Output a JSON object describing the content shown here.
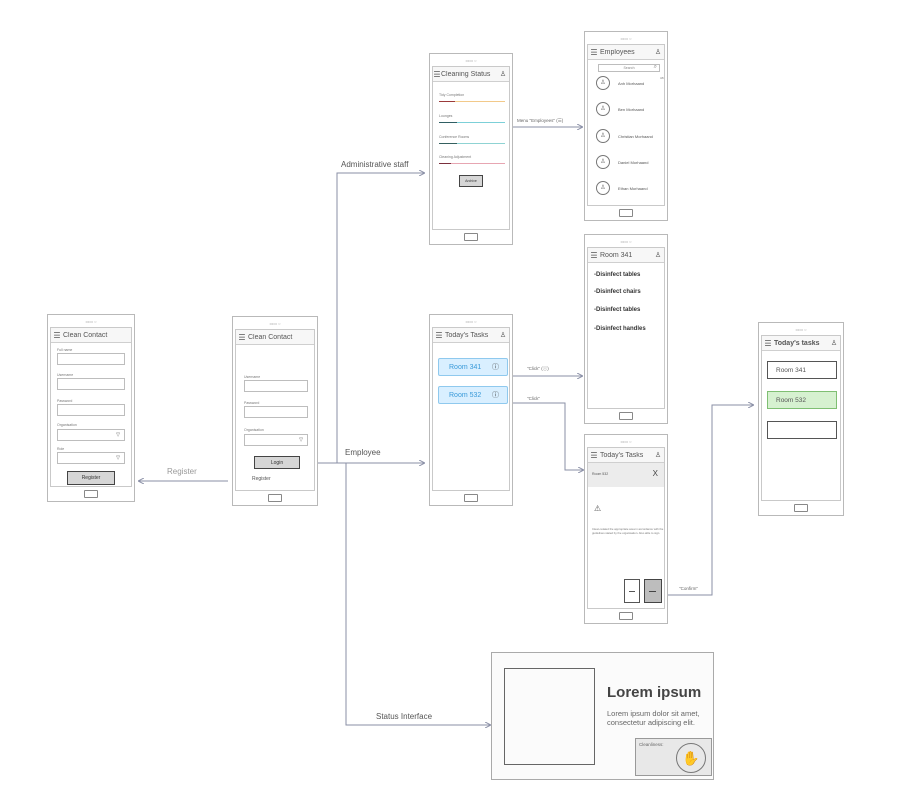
{
  "phones": {
    "register": {
      "header_title": "Clean Contact",
      "fields": [
        "Full name",
        "Username",
        "Password",
        "Organisation",
        "Role"
      ],
      "register_button": "Register"
    },
    "login": {
      "header_title": "Clean Contact",
      "fields": [
        "Username",
        "Password",
        "Organisation"
      ],
      "login_button": "Login",
      "register_link": "Register"
    },
    "cleaning_status": {
      "header_title": "Cleaning Status",
      "rows": [
        {
          "label": "Tidy Completion",
          "color": "#f2c98a",
          "accent": "#9b3a3a"
        },
        {
          "label": "Lounges",
          "color": "#7cd0d8",
          "accent": "#2f5e63"
        },
        {
          "label": "Conference Rooms",
          "color": "#8fd3d3",
          "accent": "#35605f"
        },
        {
          "label": "Cleaning Adjustment",
          "color": "#e7a6b2",
          "accent": "#7a2f3d"
        }
      ],
      "button_label": "Archive"
    },
    "employees": {
      "header_title": "Employees",
      "search_placeholder": "Search",
      "alphabet": "ABCDEFGHIJKLMNOPQRSTUVWXYZ",
      "list": [
        "Anh Morhaand",
        "Ben Morhaand",
        "Christian Morhaand",
        "Daniel Morhaand",
        "Ethan Morhaand"
      ]
    },
    "tasks": {
      "header_title": "Today's Tasks",
      "rooms": [
        "Room 341",
        "Room 532"
      ]
    },
    "room341": {
      "header_title": "Room 341",
      "tasks": [
        "-Disinfect tables",
        "-Disinfect chairs",
        "-Disinfect tables",
        "-Disinfect handles"
      ]
    },
    "task_detail": {
      "header_title": "Today's Tasks",
      "room": "Room 532",
      "close_glyph": "X",
      "warning_glyph": "⚠",
      "description": "Clean-related the appropriate area in accordance with the guidelines stated by the organisation. Also able to sign."
    },
    "tasks_final": {
      "header_title": "Today's tasks",
      "rooms": [
        "Room 341",
        "Room 532",
        ""
      ]
    }
  },
  "flow_labels": {
    "register": "Register",
    "admin": "Administrative staff",
    "employee": "Employee",
    "status_interface": "Status Interface",
    "menu_employees": "Menu \"Employees\" (☰)",
    "click_info": "\"Click\" (ⓘ)",
    "click": "\"Click\"",
    "confirm": "\"Confirm\""
  },
  "status_card": {
    "title": "Lorem ipsum",
    "body": "Lorem ipsum dolor sit amet, consectetur adipiscing elit.",
    "badge_label": "Cleanliness:"
  },
  "icons": {
    "menu": "☰",
    "user": "♙",
    "info": "ⓘ",
    "search": "⌕",
    "hand": "✋"
  }
}
